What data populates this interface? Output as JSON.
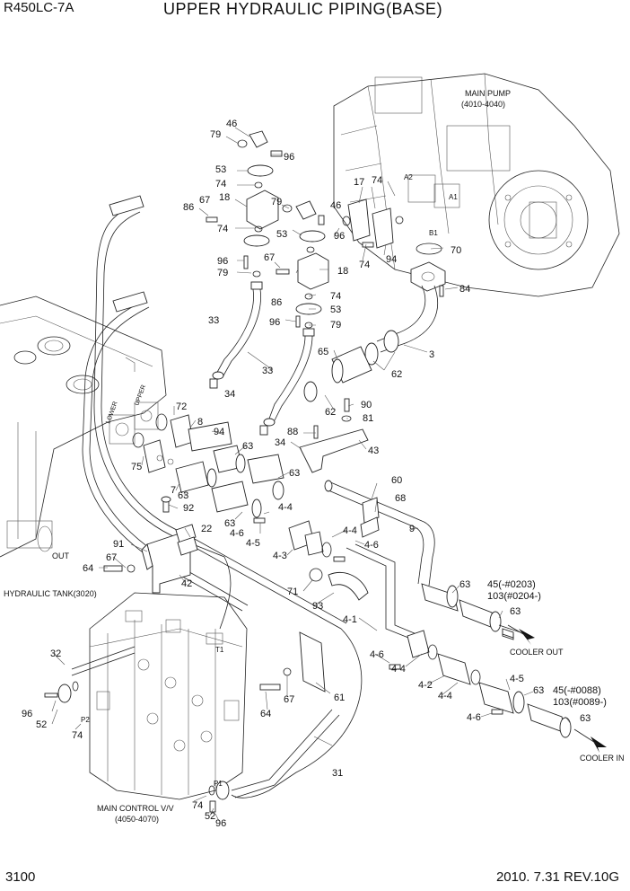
{
  "header": {
    "model": "R450LC-7A",
    "title": "UPPER HYDRAULIC PIPING(BASE)"
  },
  "footer": {
    "page_number": "3100",
    "revision": "2010. 7.31  REV.10G"
  },
  "labels": {
    "main_pump": "MAIN PUMP",
    "main_pump_code": "(4010-4040)",
    "hydraulic_tank": "HYDRAULIC TANK(3020)",
    "main_control_valve": "MAIN CONTROL V/V",
    "main_control_valve_code": "(4050-4070)",
    "cooler_out": "COOLER OUT",
    "cooler_in": "COOLER IN",
    "out": "OUT",
    "lower": "LOWER",
    "upper": "UPPER",
    "port_p1": "P1",
    "port_p2": "P2",
    "port_b1": "B1",
    "port_a1": "A1",
    "port_a2": "A2",
    "port_t1": "T1"
  },
  "parts": [
    {
      "id": "p-46a",
      "num": "46"
    },
    {
      "id": "p-79a",
      "num": "79"
    },
    {
      "id": "p-96a",
      "num": "96"
    },
    {
      "id": "p-53a",
      "num": "53"
    },
    {
      "id": "p-74a",
      "num": "74"
    },
    {
      "id": "p-18a",
      "num": "18"
    },
    {
      "id": "p-67a",
      "num": "67"
    },
    {
      "id": "p-86a",
      "num": "86"
    },
    {
      "id": "p-74b",
      "num": "74"
    },
    {
      "id": "p-79b",
      "num": "79"
    },
    {
      "id": "p-46b",
      "num": "46"
    },
    {
      "id": "p-53b",
      "num": "53"
    },
    {
      "id": "p-96b",
      "num": "96"
    },
    {
      "id": "p-96c",
      "num": "96"
    },
    {
      "id": "p-79c",
      "num": "79"
    },
    {
      "id": "p-67b",
      "num": "67"
    },
    {
      "id": "p-86b",
      "num": "86"
    },
    {
      "id": "p-18b",
      "num": "18"
    },
    {
      "id": "p-74c",
      "num": "74"
    },
    {
      "id": "p-53c",
      "num": "53"
    },
    {
      "id": "p-96d",
      "num": "96"
    },
    {
      "id": "p-79d",
      "num": "79"
    },
    {
      "id": "p-17",
      "num": "17"
    },
    {
      "id": "p-74d",
      "num": "74"
    },
    {
      "id": "p-74e",
      "num": "74"
    },
    {
      "id": "p-94a",
      "num": "94"
    },
    {
      "id": "p-70",
      "num": "70"
    },
    {
      "id": "p-84",
      "num": "84"
    },
    {
      "id": "p-3",
      "num": "3"
    },
    {
      "id": "p-33a",
      "num": "33"
    },
    {
      "id": "p-34a",
      "num": "34"
    },
    {
      "id": "p-33b",
      "num": "33"
    },
    {
      "id": "p-65",
      "num": "65"
    },
    {
      "id": "p-62a",
      "num": "62"
    },
    {
      "id": "p-62b",
      "num": "62"
    },
    {
      "id": "p-90",
      "num": "90"
    },
    {
      "id": "p-81",
      "num": "81"
    },
    {
      "id": "p-88",
      "num": "88"
    },
    {
      "id": "p-34b",
      "num": "34"
    },
    {
      "id": "p-43",
      "num": "43"
    },
    {
      "id": "p-72",
      "num": "72"
    },
    {
      "id": "p-8",
      "num": "8"
    },
    {
      "id": "p-94b",
      "num": "94"
    },
    {
      "id": "p-63a",
      "num": "63"
    },
    {
      "id": "p-63b",
      "num": "63"
    },
    {
      "id": "p-75",
      "num": "75"
    },
    {
      "id": "p-7",
      "num": "7"
    },
    {
      "id": "p-63c",
      "num": "63"
    },
    {
      "id": "p-92",
      "num": "92"
    },
    {
      "id": "p-63d",
      "num": "63"
    },
    {
      "id": "p-22",
      "num": "22"
    },
    {
      "id": "p-4-4a",
      "num": "4-4"
    },
    {
      "id": "p-4-6a",
      "num": "4-6"
    },
    {
      "id": "p-4-5a",
      "num": "4-5"
    },
    {
      "id": "p-60",
      "num": "60"
    },
    {
      "id": "p-68",
      "num": "68"
    },
    {
      "id": "p-9",
      "num": "9"
    },
    {
      "id": "p-4-4b",
      "num": "4-4"
    },
    {
      "id": "p-4-3",
      "num": "4-3"
    },
    {
      "id": "p-4-6b",
      "num": "4-6"
    },
    {
      "id": "p-91",
      "num": "91"
    },
    {
      "id": "p-67c",
      "num": "67"
    },
    {
      "id": "p-64a",
      "num": "64"
    },
    {
      "id": "p-42",
      "num": "42"
    },
    {
      "id": "p-71",
      "num": "71"
    },
    {
      "id": "p-93",
      "num": "93"
    },
    {
      "id": "p-63e",
      "num": "63"
    },
    {
      "id": "p-45a",
      "num": "45(-#0203)"
    },
    {
      "id": "p-103a",
      "num": "103(#0204-)"
    },
    {
      "id": "p-63f",
      "num": "63"
    },
    {
      "id": "p-4-1",
      "num": "4-1"
    },
    {
      "id": "p-32",
      "num": "32"
    },
    {
      "id": "p-4-6c",
      "num": "4-6"
    },
    {
      "id": "p-4-4c",
      "num": "4-4"
    },
    {
      "id": "p-4-2",
      "num": "4-2"
    },
    {
      "id": "p-4-4d",
      "num": "4-4"
    },
    {
      "id": "p-4-5b",
      "num": "4-5"
    },
    {
      "id": "p-45b",
      "num": "45(-#0088)"
    },
    {
      "id": "p-103b",
      "num": "103(#0089-)"
    },
    {
      "id": "p-63g",
      "num": "63"
    },
    {
      "id": "p-63h",
      "num": "63"
    },
    {
      "id": "p-4-6d",
      "num": "4-6"
    },
    {
      "id": "p-96e",
      "num": "96"
    },
    {
      "id": "p-52a",
      "num": "52"
    },
    {
      "id": "p-74f",
      "num": "74"
    },
    {
      "id": "p-64b",
      "num": "64"
    },
    {
      "id": "p-67d",
      "num": "67"
    },
    {
      "id": "p-61",
      "num": "61"
    },
    {
      "id": "p-31",
      "num": "31"
    },
    {
      "id": "p-74g",
      "num": "74"
    },
    {
      "id": "p-52b",
      "num": "52"
    },
    {
      "id": "p-96f",
      "num": "96"
    }
  ]
}
